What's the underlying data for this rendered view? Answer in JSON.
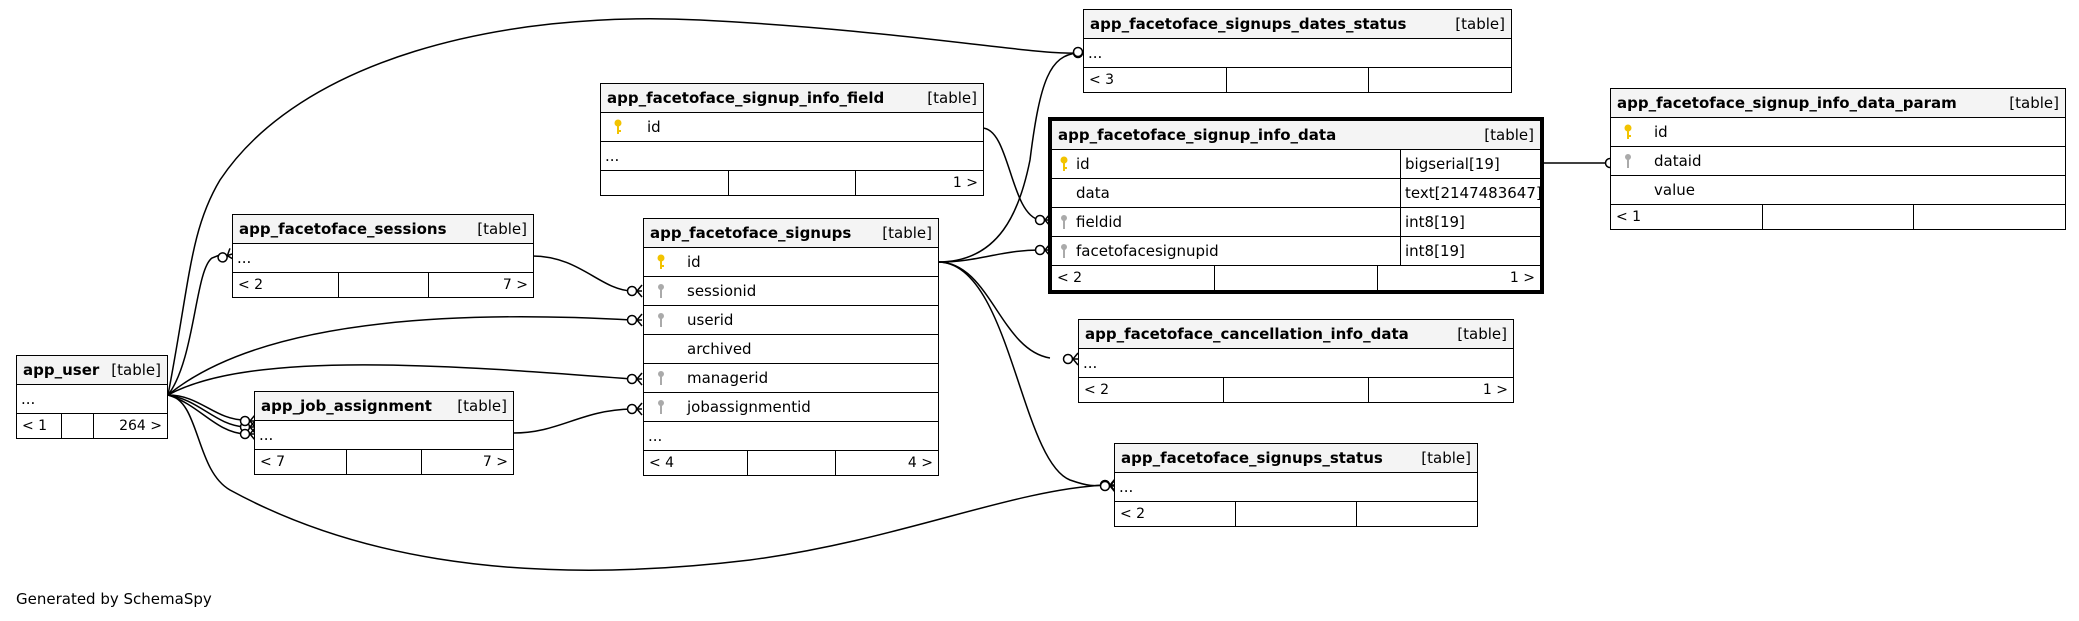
{
  "generated_by": "Generated by SchemaSpy",
  "table_kind": "[table]",
  "key_icons": {
    "primary": "primary-key-icon",
    "foreign": "foreign-key-icon",
    "primary_color": "#f2c300",
    "foreign_color": "#aaaaaa"
  },
  "tables": {
    "app_user": {
      "name": "app_user",
      "rows": [
        "..."
      ],
      "footer": [
        "< 1",
        "",
        "264 >"
      ]
    },
    "sessions": {
      "name": "app_facetoface_sessions",
      "rows": [
        "..."
      ],
      "footer": [
        "< 2",
        "",
        "7 >"
      ]
    },
    "job_assignment": {
      "name": "app_job_assignment",
      "rows": [
        "..."
      ],
      "footer": [
        "< 7",
        "",
        "7 >"
      ]
    },
    "signup_info_field": {
      "name": "app_facetoface_signup_info_field",
      "rows": [
        "id",
        "..."
      ],
      "footer": [
        "",
        "",
        "1 >"
      ]
    },
    "signups": {
      "name": "app_facetoface_signups",
      "rows": [
        "id",
        "sessionid",
        "userid",
        "archived",
        "managerid",
        "jobassignmentid",
        "..."
      ],
      "footer": [
        "< 4",
        "",
        "4 >"
      ]
    },
    "dates_status": {
      "name": "app_facetoface_signups_dates_status",
      "rows": [
        "..."
      ],
      "footer": [
        "< 3",
        "",
        ""
      ]
    },
    "signup_info_data": {
      "name": "app_facetoface_signup_info_data",
      "rows": [
        "id",
        "data",
        "fieldid",
        "facetofacesignupid"
      ],
      "types": [
        "bigserial[19]",
        "text[2147483647]",
        "int8[19]",
        "int8[19]"
      ],
      "footer": [
        "< 2",
        "",
        "1 >"
      ]
    },
    "info_data_param": {
      "name": "app_facetoface_signup_info_data_param",
      "rows": [
        "id",
        "dataid",
        "value"
      ],
      "footer": [
        "< 1",
        "",
        ""
      ]
    },
    "cancellation": {
      "name": "app_facetoface_cancellation_info_data",
      "rows": [
        "..."
      ],
      "footer": [
        "< 2",
        "",
        "1 >"
      ]
    },
    "signups_status": {
      "name": "app_facetoface_signups_status",
      "rows": [
        "..."
      ],
      "footer": [
        "< 2",
        "",
        ""
      ]
    }
  }
}
